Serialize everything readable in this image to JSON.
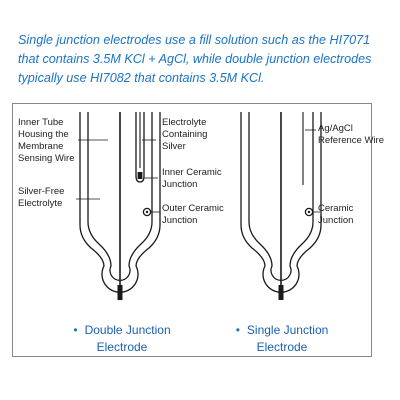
{
  "intro_text": "Single junction electrodes use a fill solution such as the HI7071 that contains 3.5M KCl + AgCl, while double junction electrodes typically use HI7082 that contains 3.5M KCl.",
  "double_junction": {
    "labels": {
      "inner_tube": "Inner Tube Housing the Membrane Sensing Wire",
      "silver_free": "Silver-Free Electrolyte",
      "electrolyte_silver": "Electrolyte Containing Silver",
      "inner_junction": "Inner Ceramic Junction",
      "outer_junction": "Outer Ceramic Junction"
    },
    "bullet": "•",
    "caption_line1": "Double Junction",
    "caption_line2": "Electrode"
  },
  "single_junction": {
    "labels": {
      "reference_wire": "Ag/AgCl Reference Wire",
      "ceramic_junction": "Ceramic Junction"
    },
    "bullet": "•",
    "caption_line1": "Single Junction",
    "caption_line2": "Electrode"
  },
  "colors": {
    "intro_text": "#1a73c8",
    "caption_text": "#1a5fb4",
    "outline": "#1a1a1a",
    "frame": "#888888"
  }
}
